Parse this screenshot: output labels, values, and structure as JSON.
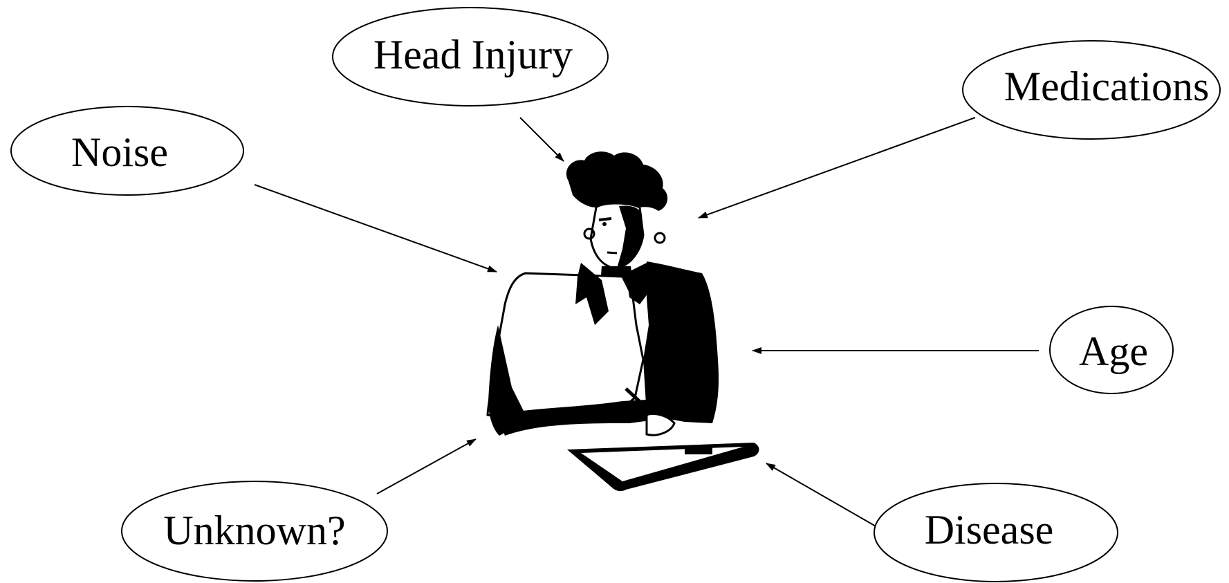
{
  "nodes": {
    "head_injury": "Head Injury",
    "medications": "Medications",
    "noise": "Noise",
    "age": "Age",
    "unknown": "Unknown?",
    "disease": "Disease"
  },
  "figure": "woman-seated-with-clipboard-illustration",
  "colors": {
    "ink": "#000000",
    "paper": "#ffffff"
  }
}
